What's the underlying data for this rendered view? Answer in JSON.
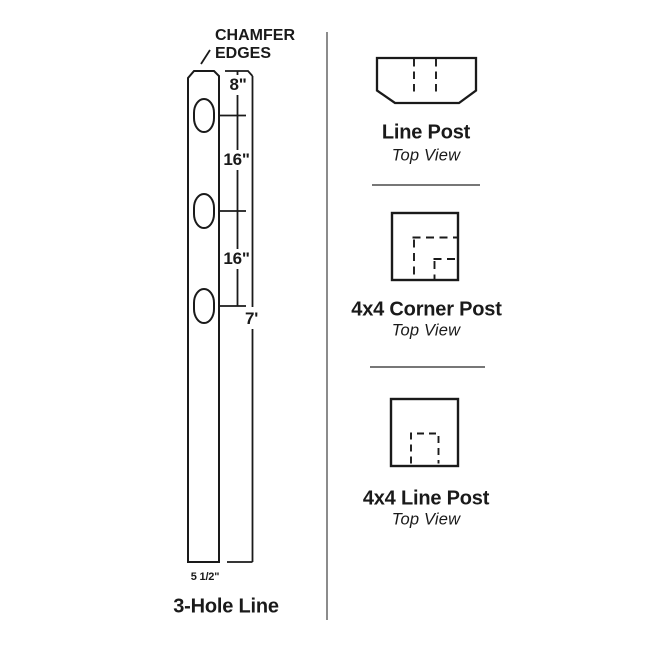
{
  "post_diagram": {
    "chamfer_note": {
      "line1": "CHAMFER",
      "line2": "EDGES"
    },
    "dimensions": {
      "top_offset": "8\"",
      "hole_spacing_1": "16\"",
      "hole_spacing_2": "16\"",
      "overall_height": "7'",
      "post_width": "5 1/2\""
    },
    "caption": "3-Hole Line",
    "hole_count": 3
  },
  "top_views": [
    {
      "title": "Line Post",
      "subtitle": "Top View"
    },
    {
      "title": "4x4 Corner Post",
      "subtitle": "Top View"
    },
    {
      "title": "4x4 Line Post",
      "subtitle": "Top View"
    }
  ],
  "colors": {
    "line": "#1a1a1a",
    "divider": "#6f6f6f",
    "background": "#ffffff"
  }
}
